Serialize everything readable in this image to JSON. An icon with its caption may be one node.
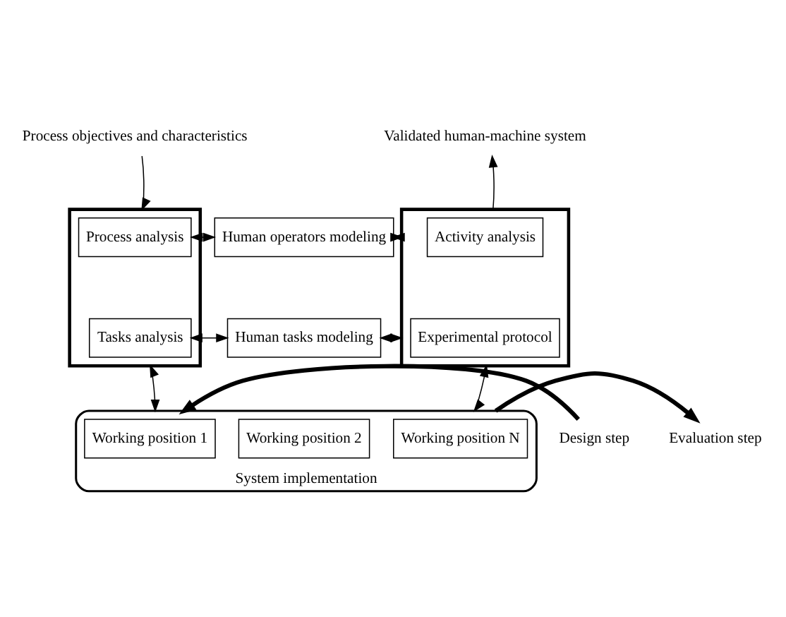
{
  "diagram": {
    "nodes": [
      {
        "text": [
          "Process objectives and characteristics"
        ]
      },
      {
        "text": [],
        "shape": "box"
      },
      {
        "text": [
          "Process analysis"
        ],
        "in": 1
      },
      {
        "text": [
          "Tasks analysis"
        ],
        "in": 1
      },
      {
        "text": [
          "Human operators modeling"
        ]
      },
      {
        "text": [
          "Human tasks modeling"
        ]
      },
      {
        "text": [
          "Validated human-machine system"
        ]
      },
      {
        "text": [],
        "shape": "box"
      },
      {
        "text": [
          "Activity analysis"
        ],
        "in": 7
      },
      {
        "text": [
          "Experimental protocol"
        ],
        "in": 7
      },
      {
        "text": [
          "Design step"
        ]
      },
      {
        "text": [
          "System implementation"
        ]
      },
      {
        "text": [
          "Working position N"
        ],
        "in": 11
      },
      {
        "text": [
          "Working position 2"
        ],
        "in": 11
      },
      {
        "text": [
          "Working position 1"
        ],
        "in": 11
      },
      {
        "text": [
          "Evaluation step"
        ]
      }
    ],
    "edges": [
      {
        "from": 0,
        "to": 1,
        "arrow": "to"
      },
      {
        "from": 2,
        "to": 4,
        "arrow": "both"
      },
      {
        "from": 3,
        "to": 5,
        "arrow": "both"
      },
      {
        "from": 4,
        "to": 7,
        "arrow": "both"
      },
      {
        "from": 5,
        "to": 7,
        "arrow": "both"
      },
      {
        "from": 7,
        "to": 6,
        "arrow": "to"
      },
      {
        "from": 1,
        "to": 11,
        "arrow": "both"
      },
      {
        "from": 7,
        "to": 11,
        "arrow": "both"
      },
      {
        "from": 10,
        "to": 11,
        "arrow": "to",
        "style": "thick"
      },
      {
        "from": 11,
        "to": 15,
        "arrow": "to",
        "style": "thick"
      }
    ]
  }
}
